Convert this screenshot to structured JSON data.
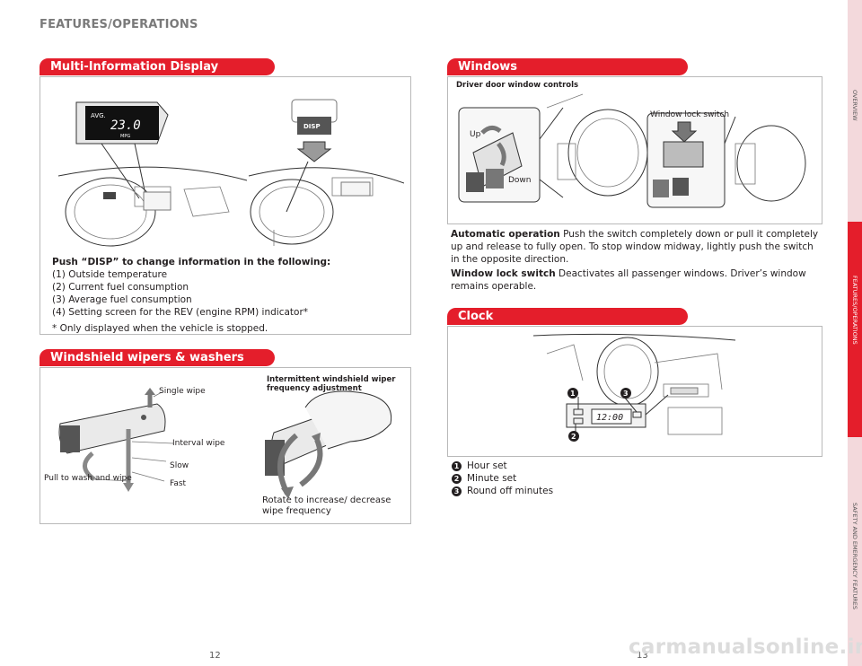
{
  "header": {
    "section_title": "FEATURES/OPERATIONS"
  },
  "mid": {
    "title": "Multi-Information Display",
    "display": {
      "label": "AVG.",
      "value": "23.0",
      "unit": "MPG"
    },
    "disp_button": "DISP",
    "intro": "Push “DISP” to change information in the following:",
    "items": [
      "(1) Outside temperature",
      "(2) Current fuel consumption",
      "(3) Average fuel consumption",
      "(4) Setting screen for the REV (engine RPM) indicator*"
    ],
    "footnote": "* Only displayed when the vehicle is stopped."
  },
  "wipers": {
    "title": "Windshield wipers & washers",
    "labels": {
      "single": "Single wipe",
      "interval": "Interval wipe",
      "slow": "Slow",
      "fast": "Fast",
      "wash": "Pull to wash and wipe"
    },
    "intermittent_title": "Intermittent windshield wiper frequency adjustment",
    "rotate_caption": "Rotate to increase/ decrease wipe frequency"
  },
  "windows": {
    "title": "Windows",
    "driver_controls": "Driver door window controls",
    "up": "Up",
    "down": "Down",
    "lock_switch": "Window lock switch",
    "auto_label": "Automatic operation",
    "auto_text": "Push the switch completely down or pull it completely up and release to fully open. To stop window midway, lightly push the switch in the opposite direction.",
    "lock_label": "Window lock switch",
    "lock_text": "Deactivates all passenger windows. Driver’s window remains operable."
  },
  "clock": {
    "title": "Clock",
    "time": "12:00",
    "badges": [
      "1",
      "2",
      "3"
    ],
    "items": [
      {
        "num": "1",
        "text": "Hour set"
      },
      {
        "num": "2",
        "text": "Minute set"
      },
      {
        "num": "3",
        "text": "Round off minutes"
      }
    ]
  },
  "sidebar": {
    "tabs": [
      "OVERVIEW",
      "FEATURES/OPERATIONS",
      "SAFETY AND EMERGENCY FEATURES"
    ],
    "active_color": "#e41e2b"
  },
  "footer": {
    "left_page": "12",
    "right_page": "13",
    "watermark": "carmanualsonline.info"
  }
}
